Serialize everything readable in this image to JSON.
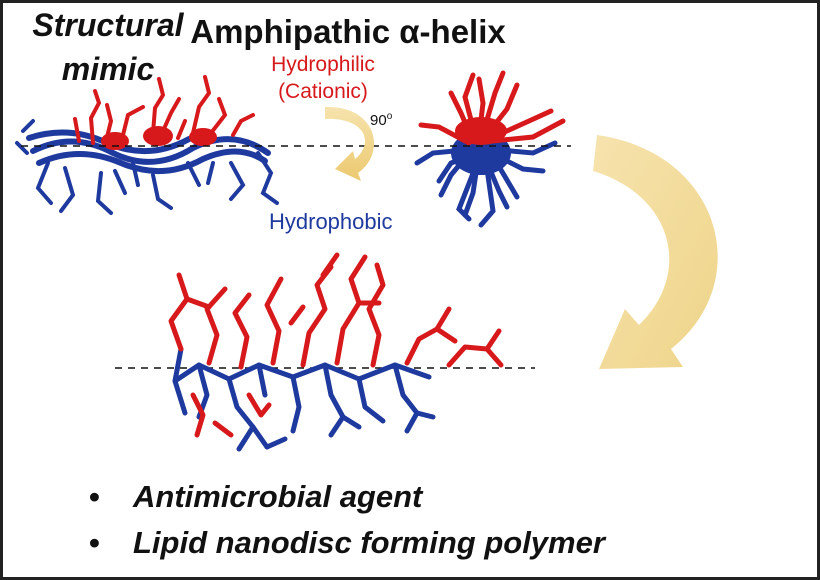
{
  "title": "Amphipathic α-helix",
  "labels": {
    "hydrophilic_line1": "Hydrophilic",
    "hydrophilic_line2": "(Cationic)",
    "rotation_value": "90",
    "rotation_unit": "o",
    "hydrophobic": "Hydrophobic",
    "mimic_line1": "Structural",
    "mimic_line2": "mimic"
  },
  "applications": [
    "Antimicrobial agent",
    "Lipid nanodisc forming polymer"
  ],
  "bullet_glyph": "•",
  "colors": {
    "hydrophilic": "#d7191c",
    "hydrophobic": "#1f3a9e",
    "arrow": "#f2dc9b",
    "axis": "#111111"
  }
}
